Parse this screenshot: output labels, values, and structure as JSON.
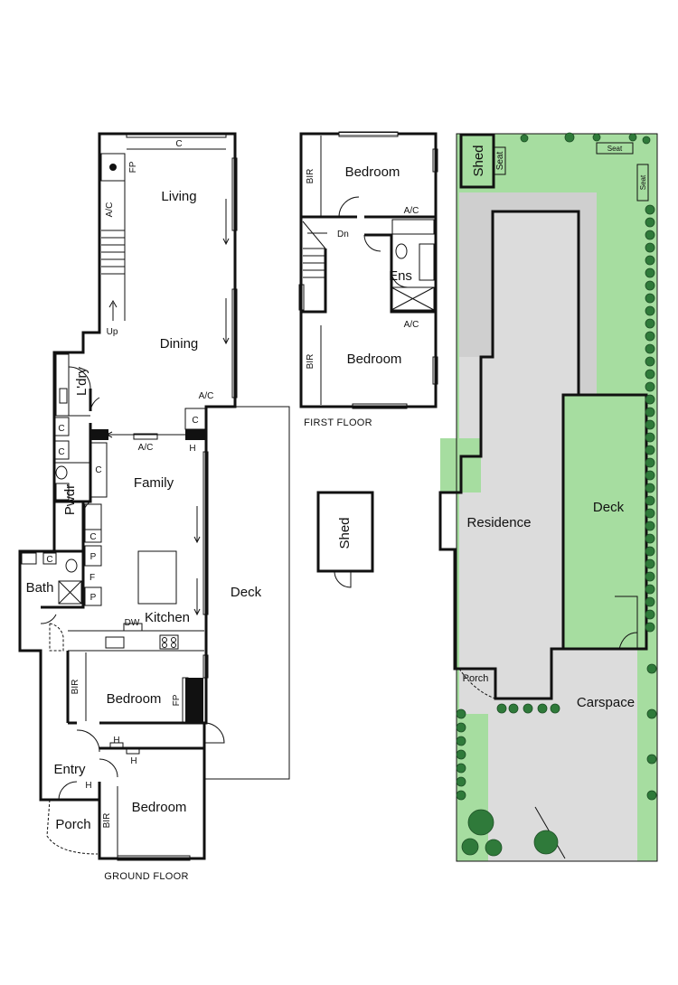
{
  "labels": {
    "ground_floor": "GROUND FLOOR",
    "first_floor": "FIRST FLOOR",
    "living": "Living",
    "dining": "Dining",
    "family": "Family",
    "kitchen": "Kitchen",
    "deck": "Deck",
    "bath": "Bath",
    "laundry": "L'dry",
    "powder": "Pwdr",
    "bedroom": "Bedroom",
    "entry": "Entry",
    "porch": "Porch",
    "shed": "Shed",
    "bir": "BIR",
    "ensuite": "Ens",
    "residence": "Residence",
    "carspace": "Carspace",
    "seat": "Seat",
    "ac": "A/C",
    "fp": "FP",
    "cupboard": "C",
    "pantry": "P",
    "fridge": "F",
    "heater": "H",
    "dishwasher": "DW",
    "up": "Up",
    "down": "Dn"
  },
  "colors": {
    "wall": "#111111",
    "garden": "#a6dda0",
    "paving": "#dcdcdc",
    "tree": "#2f7a3a"
  }
}
